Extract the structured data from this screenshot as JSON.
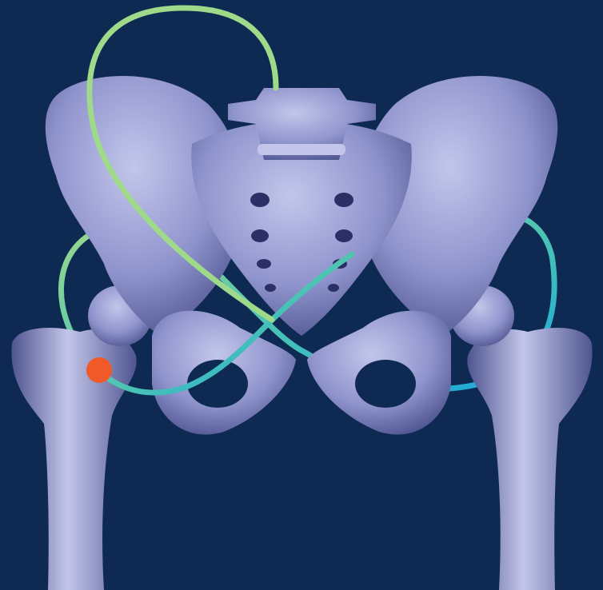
{
  "background_color": "#0e2a52",
  "bone_color": "#8f93cc",
  "bone_highlight": "#c3c6ea",
  "bone_shadow": "#4f5590",
  "curve_gradient": [
    "#9fd98a",
    "#49c2b5",
    "#1aa7dc"
  ],
  "marker_color": "#f05a28",
  "depicted_objects": [
    "pelvis-illustration",
    "sacrum",
    "lumbar-vertebra",
    "femur-left",
    "femur-right",
    "trajectory-curve",
    "marker-dot"
  ]
}
